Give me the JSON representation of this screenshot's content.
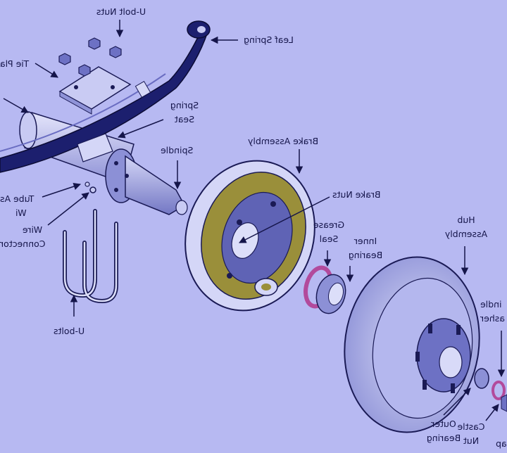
{
  "labels": {
    "ubolt_nuts": "U-bolt Nuts",
    "leaf_spring": "Leaf Spring",
    "tie_plate": "Tie Pla",
    "spring_seat_1": "Spring",
    "spring_seat_2": "Seat",
    "brake_assembly": "Brake Assembly",
    "spindle": "Spindle",
    "tube_assembly_1": "Tube As",
    "tube_assembly_2": "Wi",
    "wire_connector_1": "Wire",
    "wire_connector_2": "Connector",
    "brake_nuts": "Brake Nuts",
    "grease_seal_1": "Grease",
    "grease_seal_2": "Seal",
    "inner_bearing_1": "Inner",
    "inner_bearing_2": "Bearing",
    "hub_assembly_1": "Hub",
    "hub_assembly_2": "Assembly",
    "spindle_washer_1": "indle",
    "spindle_washer_2": "asher",
    "ubolts": "U-bolts",
    "outer_bearing_1": "Outer",
    "outer_bearing_2": "Bearing",
    "castle_nut_1": "Castle",
    "castle_nut_2": "Nut",
    "cap": "ap"
  },
  "colors": {
    "background": "#b7b9f2",
    "label": "#15154a",
    "outline": "#1a1a55",
    "leaf_spring": "#1c1f6e",
    "metal_light": "#d6d8f7",
    "metal_mid": "#9a9de0",
    "metal_dark": "#5a5db0",
    "brake_shoe": "#9a8f3a",
    "seal": "#b24a9c"
  }
}
